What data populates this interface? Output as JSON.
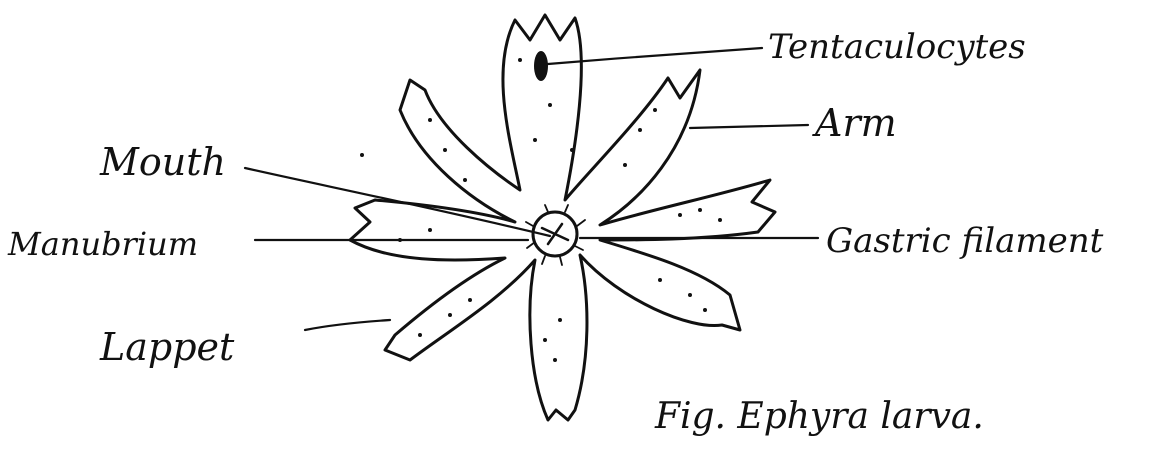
{
  "diagram": {
    "caption": "Fig. Ephyra larva.",
    "labels": {
      "tentaculocytes": "Tentaculocytes",
      "arm": "Arm",
      "mouth": "Mouth",
      "manubrium": "Manubrium",
      "gastric_filament": "Gastric filament",
      "lappet": "Lappet"
    },
    "colors": {
      "ink": "#111111",
      "background": "#ffffff"
    }
  }
}
